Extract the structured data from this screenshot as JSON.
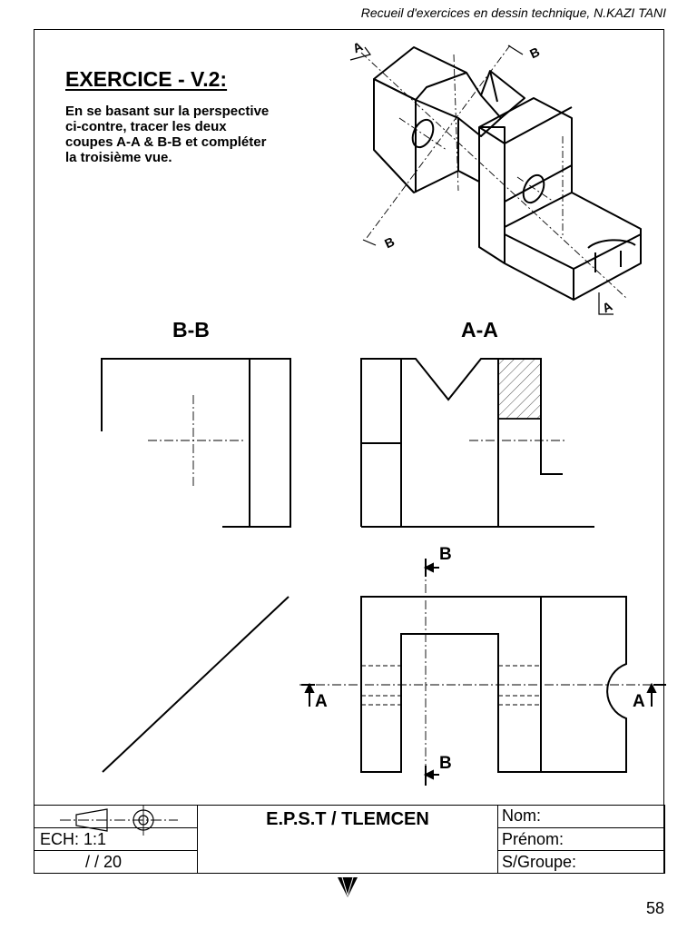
{
  "header": {
    "source": "Recueil d'exercices en dessin technique, N.KAZI TANI"
  },
  "exercise": {
    "title": "EXERCICE - V.2:",
    "instructions": "En se basant sur la perspective\nci-contre, tracer les deux\ncoupes A-A & B-B et compléter\nla troisième vue."
  },
  "views": {
    "bb_title": "B-B",
    "aa_title": "A-A"
  },
  "markers": {
    "section_a": "A",
    "section_b": "B"
  },
  "cartouche": {
    "school": "E.P.S.T / TLEMCEN",
    "scale": "ECH:  1:1",
    "grade": "/     / 20",
    "nom_label": "Nom:",
    "prenom_label": "Prénom:",
    "groupe_label": "S/Groupe:"
  },
  "footer": {
    "page_number": "58"
  }
}
